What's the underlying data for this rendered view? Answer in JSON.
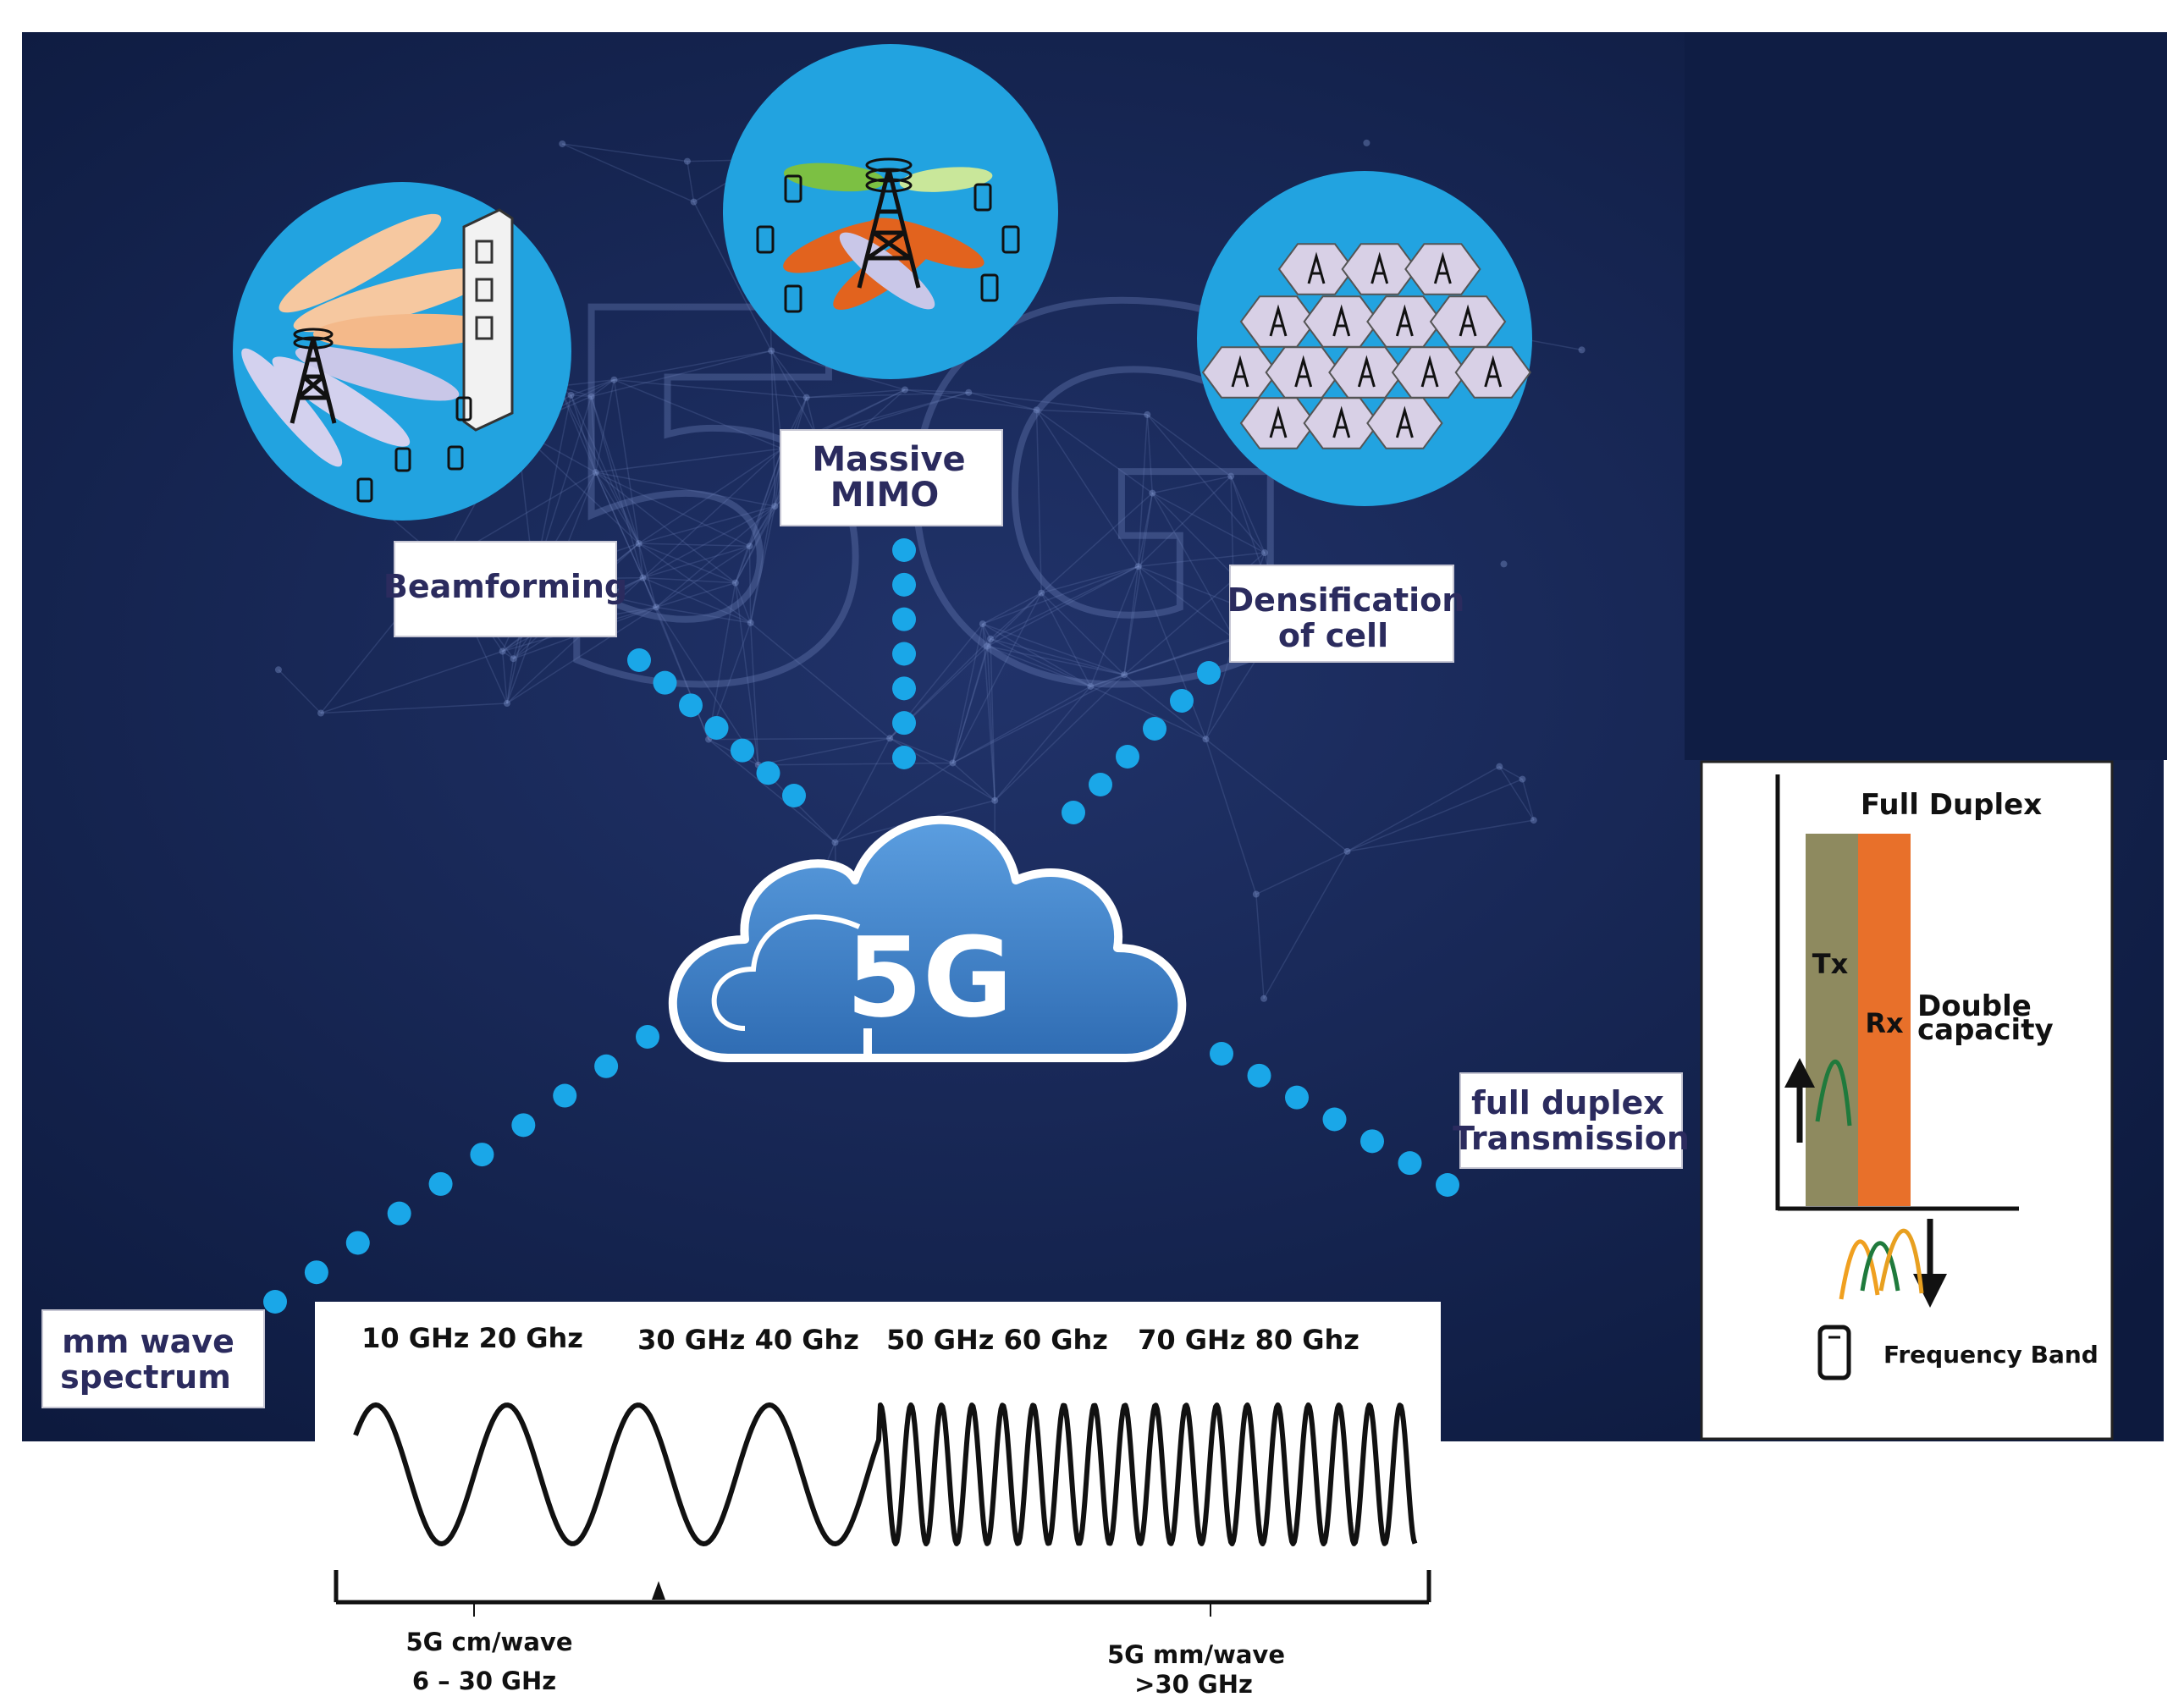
{
  "colors": {
    "background": "#0f1d44",
    "circle": "#22a3e0",
    "dots": "#1aa7e8",
    "cloud": "#3f7fc4",
    "tx_band": "#8e8a5f",
    "rx_band": "#e8702a",
    "signal_green": "#1f7a3c",
    "signal_orange": "#f0a020"
  },
  "center": {
    "cloud_label": "5G",
    "watermark": "5G"
  },
  "labels": {
    "beamforming": "Beamforming",
    "massive_mimo": [
      "Massive",
      "MIMO"
    ],
    "densification": [
      "Densification",
      "of cell"
    ],
    "full_duplex_tx": [
      "full duplex",
      "Transmission"
    ],
    "mm_wave": [
      "mm wave",
      "spectrum"
    ]
  },
  "icons": {
    "beamforming": "tower-beam-icon",
    "mimo": "tower-mimo-icon",
    "density": "hex-cell-icon"
  },
  "spectrum": {
    "freq_labels": [
      "10 GHz 20 Ghz",
      "30 GHz 40 Ghz",
      "50 GHz 60 Ghz",
      "70 GHz 80 Ghz"
    ],
    "cm_label": [
      "5G cm/wave",
      "6 – 30 GHz"
    ],
    "mm_label": [
      "5G mm/wave",
      ">30 GHz"
    ]
  },
  "duplex": {
    "title": "Full Duplex",
    "tx": "Tx",
    "rx": "Rx",
    "capacity": [
      "Double",
      "capacity"
    ],
    "band_label": "Frequency Band"
  }
}
